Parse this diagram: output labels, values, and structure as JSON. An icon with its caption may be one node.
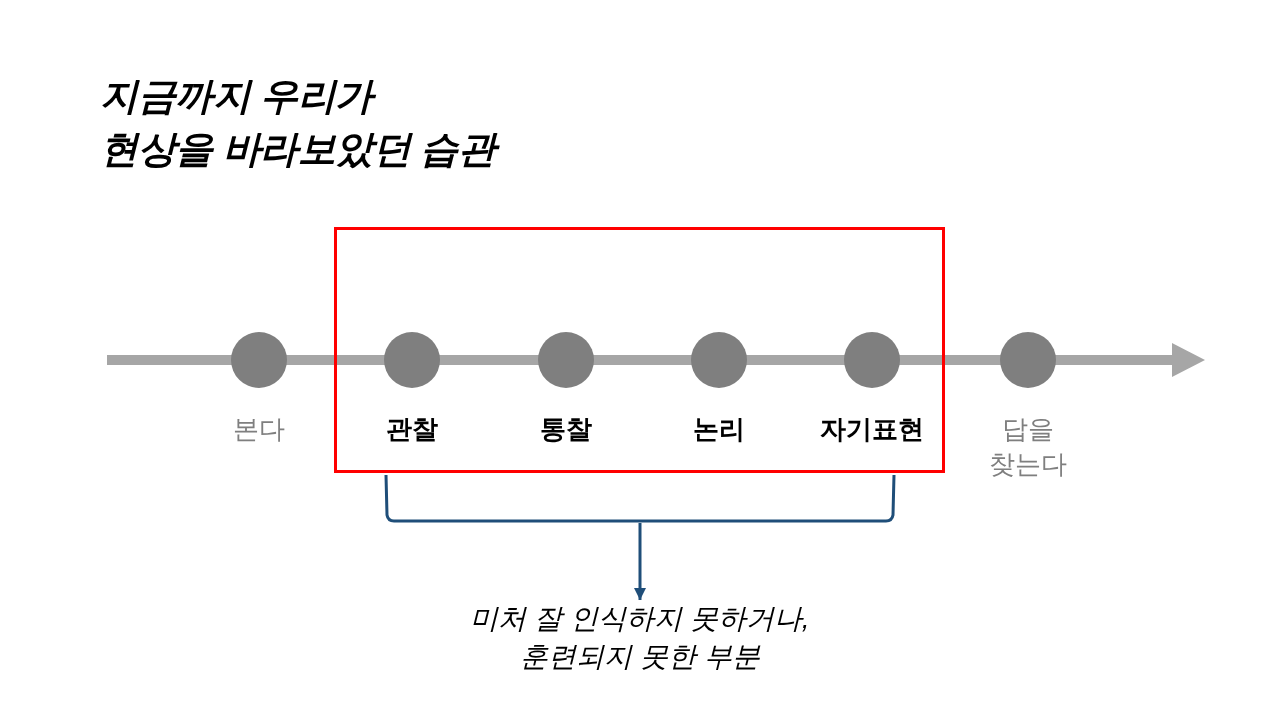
{
  "diagram": {
    "title": "지금까지 우리가 현상을 바라보았던 습관",
    "nodes": [
      {
        "text": [
          "본다"
        ]
      },
      {
        "text": [],
        "shape": "box"
      },
      {
        "text": [
          "관찰"
        ],
        "in": 1
      },
      {
        "text": [
          "통찰"
        ],
        "in": 1
      },
      {
        "text": [
          "논리"
        ],
        "in": 1
      },
      {
        "text": [
          "자기표현"
        ],
        "in": 1
      },
      {
        "text": [
          "답을 찾는다"
        ]
      },
      {
        "text": [],
        "shape": "bracket"
      },
      {
        "text": [
          "미처 잘 인식하지 못하거나, 훈련되지 못한 부분"
        ]
      }
    ],
    "edges": [
      {
        "from": 7,
        "to": 8,
        "arrow": "to"
      }
    ]
  }
}
